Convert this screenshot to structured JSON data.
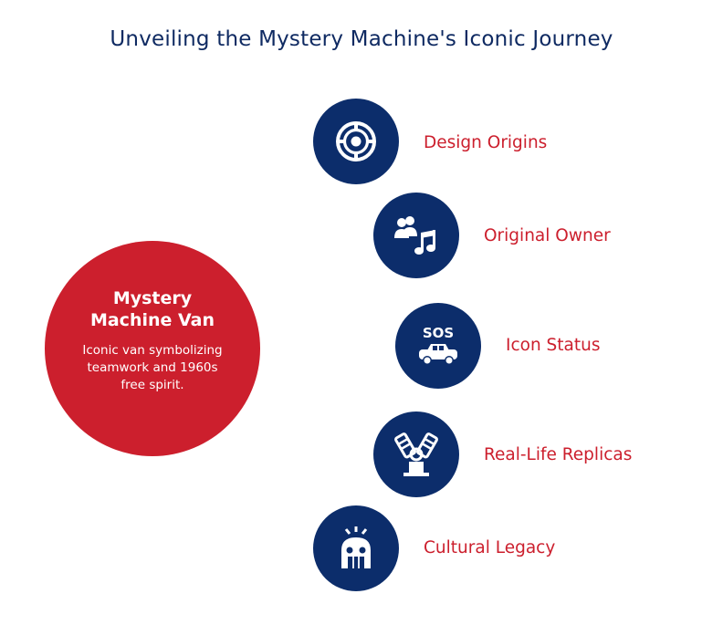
{
  "title": "Unveiling the Mystery Machine's Iconic Journey",
  "center": {
    "title": "Mystery\nMachine Van",
    "description": "Iconic van symbolizing teamwork and 1960s free spirit."
  },
  "items": [
    {
      "label": "Design Origins",
      "icon": "steering-wheel-icon"
    },
    {
      "label": "Original Owner",
      "icon": "people-music-icon"
    },
    {
      "label": "Icon Status",
      "icon": "sos-car-icon"
    },
    {
      "label": "Real-Life Replicas",
      "icon": "engine-icon"
    },
    {
      "label": "Cultural Legacy",
      "icon": "robot-alarm-icon"
    }
  ],
  "colors": {
    "title": "#0f2a62",
    "center_fill": "#cc1f2d",
    "node_fill": "#0c2d6b",
    "label": "#cc1f2d"
  }
}
